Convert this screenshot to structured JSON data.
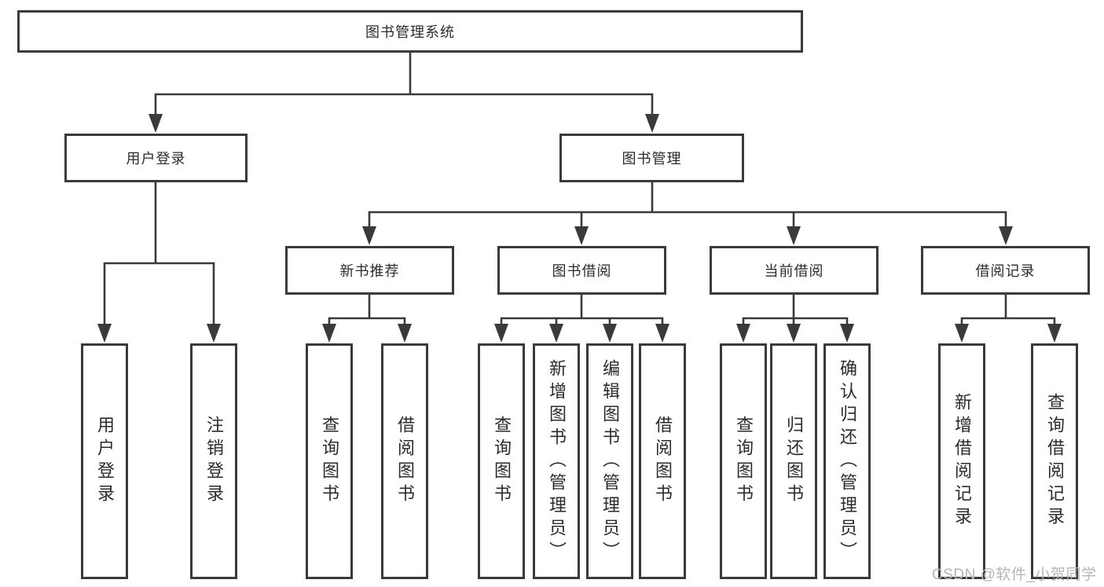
{
  "colors": {
    "line": "#3a3a3a",
    "text": "#2b2b2b",
    "box_bg": "#ffffff",
    "watermark": "#b5b5b5",
    "background": "#ffffff"
  },
  "watermark": {
    "text": "CSDN @软件_小贺同学"
  },
  "tree": {
    "root": {
      "label": "图书管理系统"
    },
    "branches": [
      {
        "label": "用户登录",
        "children": [
          "用户登录",
          "注销登录"
        ]
      },
      {
        "label": "图书管理",
        "sections": [
          {
            "label": "新书推荐",
            "children": [
              "查询图书",
              "借阅图书"
            ]
          },
          {
            "label": "图书借阅",
            "children": [
              "查询图书",
              "新增图书（管理员）",
              "编辑图书（管理员）",
              "借阅图书"
            ]
          },
          {
            "label": "当前借阅",
            "children": [
              "查询图书",
              "归还图书",
              "确认归还（管理员）"
            ]
          },
          {
            "label": "借阅记录",
            "children": [
              "新增借阅记录",
              "查询借阅记录"
            ]
          }
        ]
      }
    ]
  }
}
